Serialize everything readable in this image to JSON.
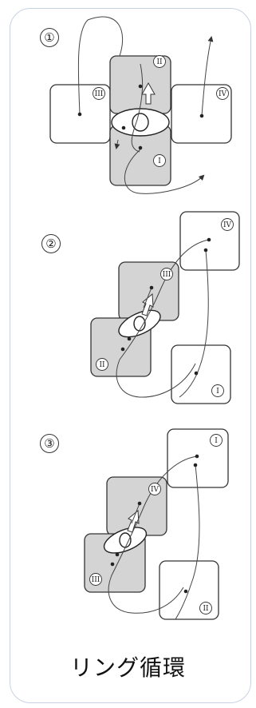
{
  "panels": [
    {
      "step": "①",
      "labels": {
        "top": "II",
        "left": "III",
        "right": "IV",
        "bottom": "I"
      }
    },
    {
      "step": "②",
      "labels": {
        "ne": "IV",
        "upper": "III",
        "lower": "II",
        "se": "I"
      }
    },
    {
      "step": "③",
      "labels": {
        "ne": "I",
        "upper": "IV",
        "lower": "III",
        "se": "II"
      }
    }
  ],
  "caption": "リング循環"
}
